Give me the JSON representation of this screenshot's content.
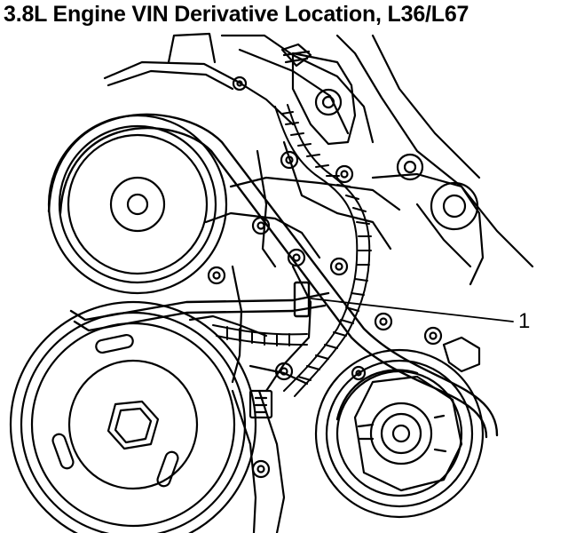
{
  "title": "3.8L Engine VIN Derivative Location, L36/L67",
  "callout": {
    "number": "1"
  },
  "colors": {
    "ink": "#000000",
    "paper": "#ffffff"
  },
  "icons": [
    "engine-front-line-art",
    "vin-derivative-stamp-icon"
  ]
}
